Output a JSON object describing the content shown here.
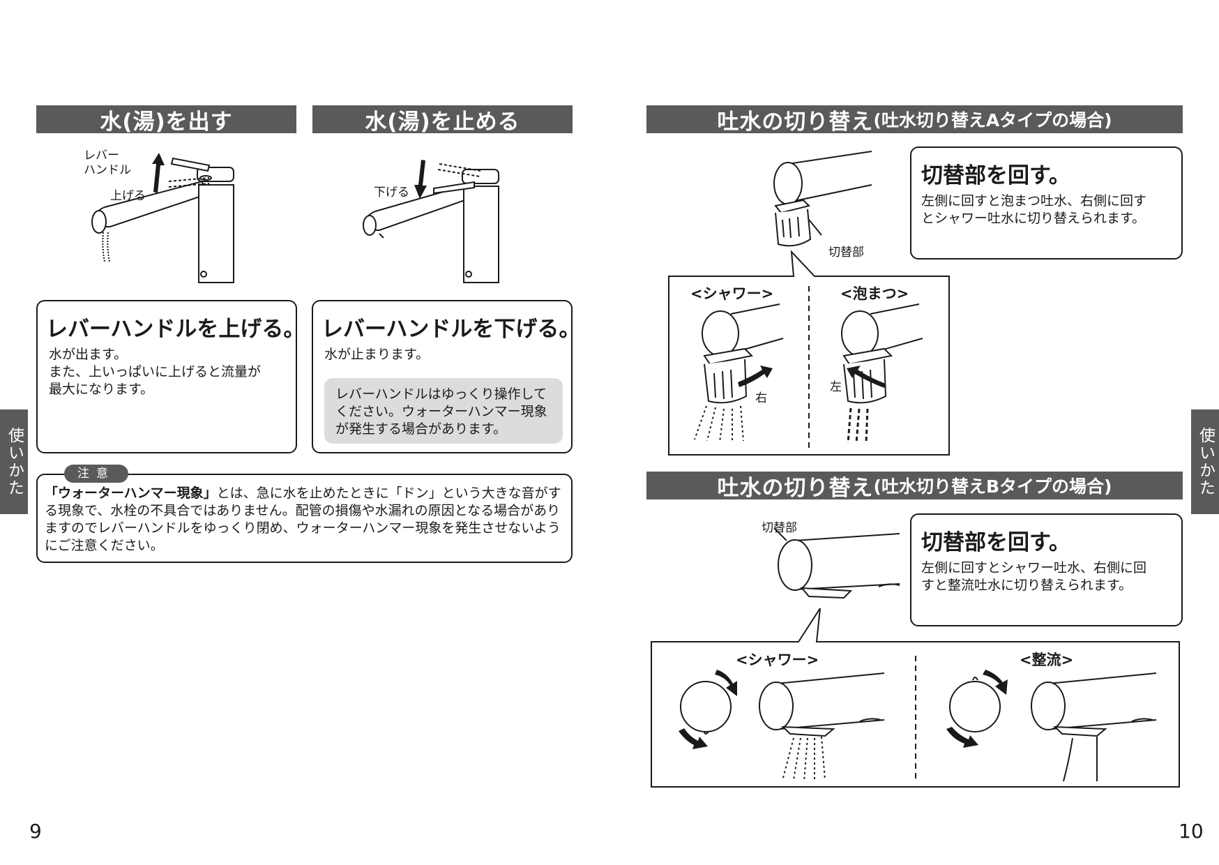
{
  "left_page": {
    "section1": {
      "header": "水(湯)を出す",
      "label_lever": "レバー\nハンドル",
      "label_up": "上げる",
      "box_title": "レバーハンドルを上げる。",
      "box_body": "水が出ます。\nまた、上いっぱいに上げると流量が\n最大になります。"
    },
    "section2": {
      "header": "水(湯)を止める",
      "label_down": "下げる",
      "box_title": "レバーハンドルを下げる。",
      "box_body": "水が止まります。",
      "note": "レバーハンドルはゆっくり操作して\nください。ウォーターハンマー現象\nが発生する場合があります。"
    },
    "caution": {
      "badge": "注意",
      "term": "「ウォーターハンマー現象」",
      "text": "とは、急に水を止めたときに「ドン」という大きな音がする現象で、水栓の不具合ではありません。配管の損傷や水漏れの原因となる場合がありますのでレバーハンドルをゆっくり閉め、ウォーターハンマー現象を発生させないようにご注意ください。"
    },
    "side_tab": "使いかた",
    "page_number": "9"
  },
  "right_page": {
    "section_a": {
      "header_main": "吐水の切り替え",
      "header_sub": "(吐水切り替えAタイプの場合)",
      "label_part": "切替部",
      "box_title": "切替部を回す。",
      "box_body": "左側に回すと泡まつ吐水、右側に回す\nとシャワー吐水に切り替えられます。",
      "mode_shower": "<シャワー>",
      "mode_foam": "<泡まつ>",
      "dir_right": "右",
      "dir_left": "左"
    },
    "section_b": {
      "header_main": "吐水の切り替え",
      "header_sub": "(吐水切り替えBタイプの場合)",
      "label_part": "切替部",
      "box_title": "切替部を回す。",
      "box_body": "左側に回すとシャワー吐水、右側に回\nすと整流吐水に切り替えられます。",
      "mode_shower": "<シャワー>",
      "mode_laminar": "<整流>"
    },
    "side_tab": "使いかた",
    "page_number": "10"
  }
}
